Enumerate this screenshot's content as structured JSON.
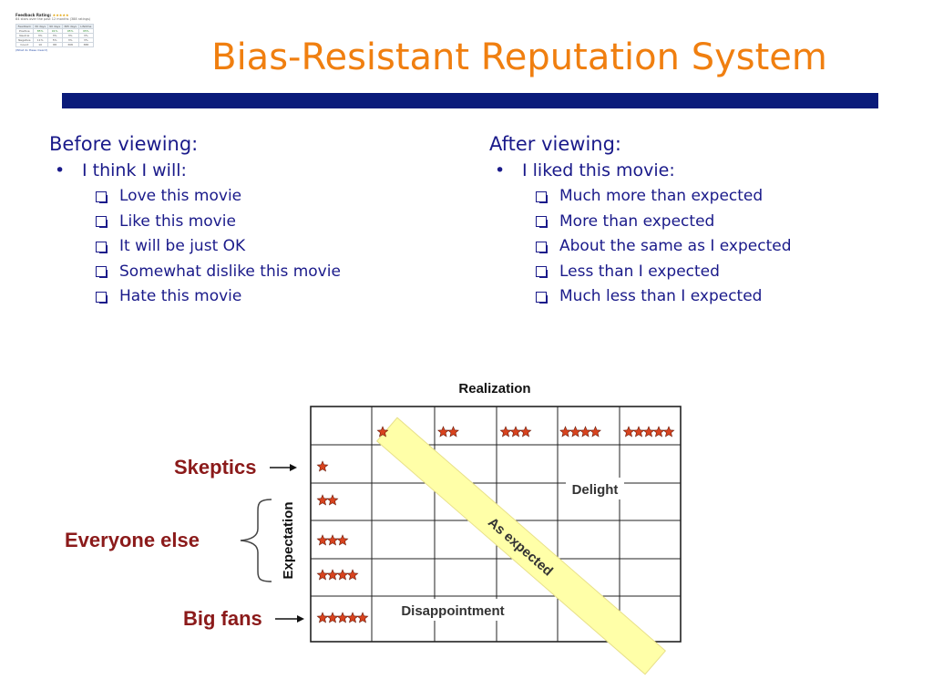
{
  "title": "Bias-Resistant Reputation System",
  "thumbnail": {
    "heading": "Feedback Rating:",
    "subtitle": "84 stars over the past 12 months (388 ratings)",
    "table": [
      [
        "Feedback",
        "30 days",
        "90 days",
        "365 days",
        "Lifetime"
      ],
      [
        "Positive",
        "85%",
        "91%",
        "95%",
        "95%"
      ],
      [
        "Neutral",
        "3%",
        "3%",
        "3%",
        "3%"
      ],
      [
        "Negative",
        "11%",
        "5%",
        "3%",
        "3%"
      ],
      [
        "Count",
        "10",
        "88",
        "308",
        "388"
      ]
    ],
    "link": "(What do these mean?)"
  },
  "before": {
    "heading": "Before viewing:",
    "bullet": "I think I will:",
    "options": [
      "Love this movie",
      "Like this movie",
      "It will be just OK",
      "Somewhat dislike this movie",
      "Hate this movie"
    ]
  },
  "after": {
    "heading": "After viewing:",
    "bullet": "I liked this movie:",
    "options": [
      "Much more than expected",
      "More than expected",
      "About the same as I expected",
      "Less than I expected",
      "Much less than I expected"
    ]
  },
  "diagram": {
    "realization_label": "Realization",
    "expectation_label": "Expectation",
    "delight_label": "Delight",
    "disappointment_label": "Disappointment",
    "as_expected_label": "As expected",
    "column_star_counts": [
      1,
      2,
      3,
      4,
      5
    ],
    "row_star_counts": [
      1,
      2,
      3,
      4,
      5
    ],
    "star_color": "#d8431e",
    "band_color": "#ffffa8"
  },
  "labels": {
    "skeptics": "Skeptics",
    "everyone_else": "Everyone else",
    "big_fans": "Big fans"
  }
}
